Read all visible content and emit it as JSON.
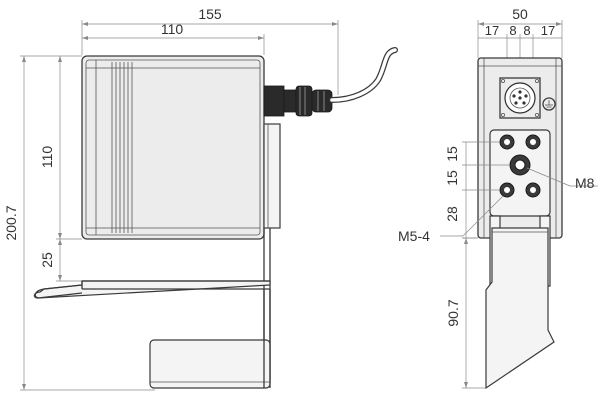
{
  "dimensions": {
    "side_overall_width": "155",
    "side_body_width": "110",
    "side_overall_height": "200.7",
    "side_body_height": "110",
    "side_bracket_offset": "25",
    "front_width": "50",
    "front_seg_1": "17",
    "front_seg_2": "8",
    "front_seg_3": "8",
    "front_seg_4": "17",
    "front_spacing_1": "15",
    "front_spacing_2": "15",
    "front_spacing_3": "28",
    "front_lower_height": "90.7"
  },
  "callouts": {
    "center_thread": "M8",
    "mount_thread": "M5-4"
  }
}
